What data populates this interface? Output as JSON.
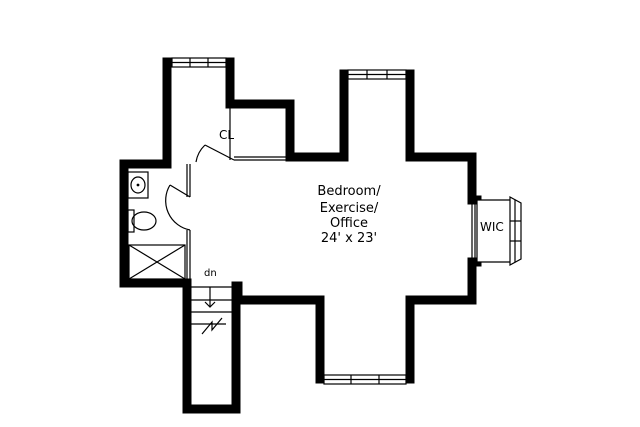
{
  "rooms": {
    "bedroom": {
      "lines": [
        "Bedroom/",
        "Exercise/",
        "Office",
        "24' x 23'"
      ]
    },
    "closet": {
      "label": "CL"
    },
    "wic": {
      "label": "WIC"
    }
  },
  "stairs": {
    "label": "dn"
  }
}
